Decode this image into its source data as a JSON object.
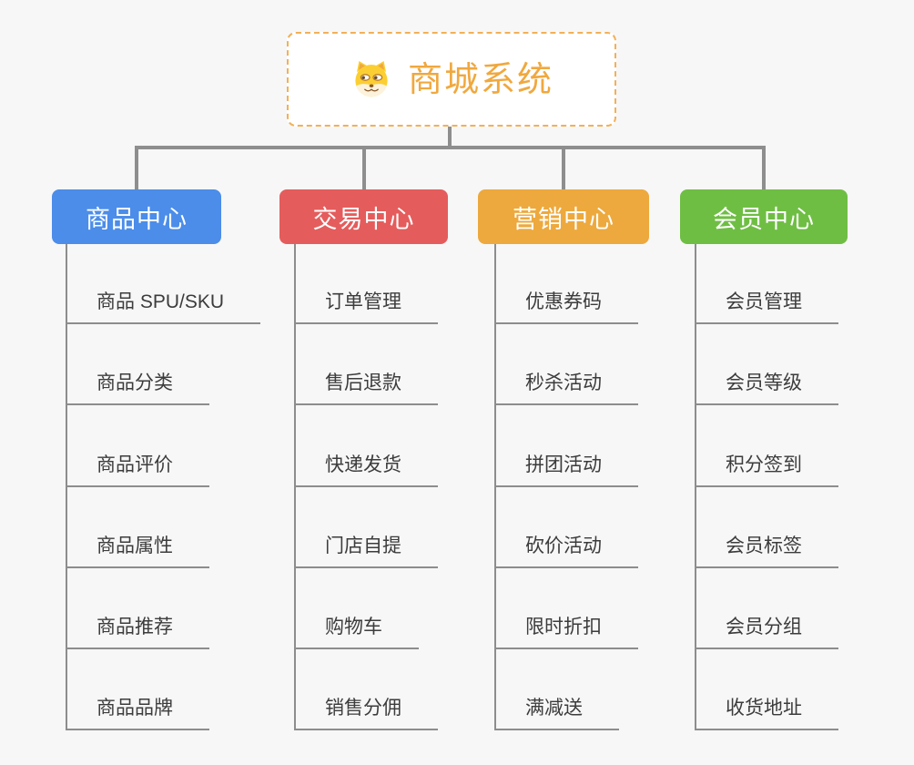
{
  "root": {
    "title": "商城系统",
    "icon": "doge-icon"
  },
  "branches": [
    {
      "label": "商品中心",
      "color": "#4b8de9",
      "items": [
        "商品 SPU/SKU",
        "商品分类",
        "商品评价",
        "商品属性",
        "商品推荐",
        "商品品牌"
      ]
    },
    {
      "label": "交易中心",
      "color": "#e55c5c",
      "items": [
        "订单管理",
        "售后退款",
        "快递发货",
        "门店自提",
        "购物车",
        "销售分佣"
      ]
    },
    {
      "label": "营销中心",
      "color": "#eda93d",
      "items": [
        "优惠券码",
        "秒杀活动",
        "拼团活动",
        "砍价活动",
        "限时折扣",
        "满减送"
      ]
    },
    {
      "label": "会员中心",
      "color": "#6fbe44",
      "items": [
        "会员管理",
        "会员等级",
        "积分签到",
        "会员标签",
        "会员分组",
        "收货地址"
      ]
    }
  ],
  "colors": {
    "background": "#f7f7f7",
    "connector": "#8e8e8e",
    "root_border": "#f2b057",
    "root_text": "#f0a83e",
    "item_text": "#3c3c3c"
  }
}
